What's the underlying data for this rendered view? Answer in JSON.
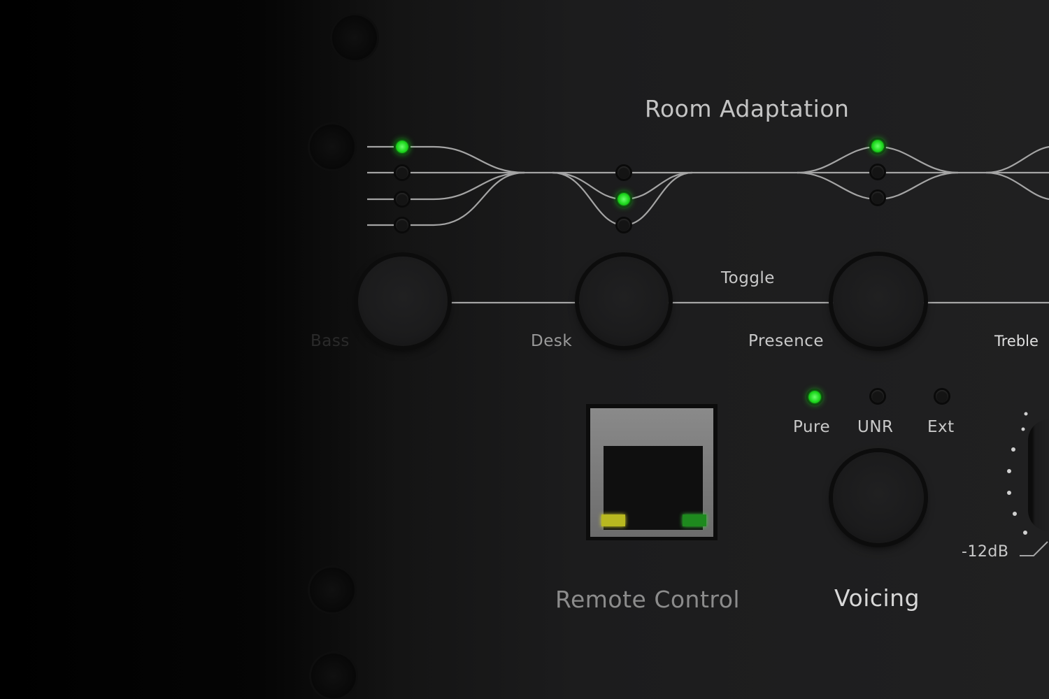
{
  "panel": {
    "section_room_adaptation": "Room Adaptation",
    "toggle_label": "Toggle",
    "knob_labels": [
      "Bass",
      "Desk",
      "Presence",
      "Treble"
    ],
    "voicing_options": [
      {
        "label": "Pure",
        "active": true
      },
      {
        "label": "UNR",
        "active": false
      },
      {
        "label": "Ext",
        "active": false
      }
    ],
    "section_remote": "Remote Control",
    "section_voicing": "Voicing",
    "level_label": "-12dB",
    "led_color": "#22e022",
    "room_leds": {
      "bass": [
        true,
        false,
        false,
        false
      ],
      "desk": [
        false,
        true,
        false
      ],
      "presence": [
        true,
        false,
        false
      ]
    }
  }
}
